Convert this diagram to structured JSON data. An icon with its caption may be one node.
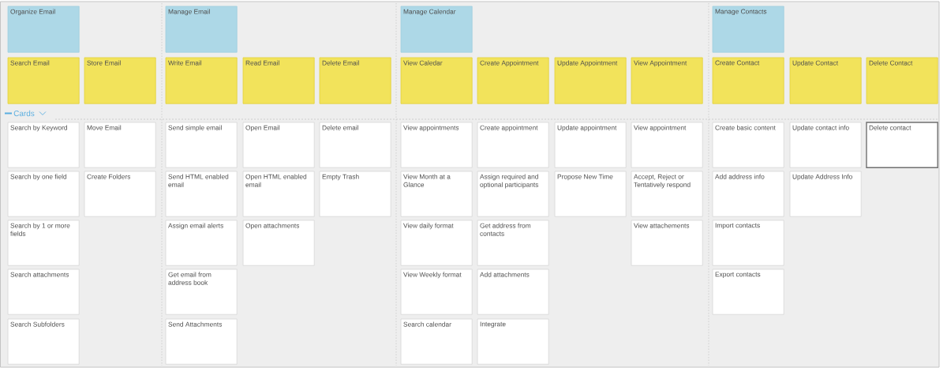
{
  "diagram": {
    "nodes": [
      {
        "text": [
          "Organize Email"
        ]
      },
      {
        "text": [
          "Manage Email"
        ]
      },
      {
        "text": [
          "Manage Calendar"
        ]
      },
      {
        "text": [
          "Manage Contacts"
        ]
      },
      {
        "text": [
          "Search Email"
        ]
      },
      {
        "text": [
          "Store Email"
        ]
      },
      {
        "text": [
          "Write Email"
        ]
      },
      {
        "text": [
          "Read Email"
        ]
      },
      {
        "text": [
          "Delete Email"
        ]
      },
      {
        "text": [
          "View Caledar"
        ]
      },
      {
        "text": [
          "Create Appointment"
        ]
      },
      {
        "text": [
          "Update Appointment"
        ]
      },
      {
        "text": [
          "View Appointment"
        ]
      },
      {
        "text": [
          "Create Contact"
        ]
      },
      {
        "text": [
          "Update Contact"
        ]
      },
      {
        "text": [
          "Delete Contact"
        ]
      },
      {
        "text": [
          "Search by Keyword"
        ]
      },
      {
        "text": [
          "Move Email"
        ]
      },
      {
        "text": [
          "Send simple email"
        ]
      },
      {
        "text": [
          "Open Email"
        ]
      },
      {
        "text": [
          "Delete email"
        ]
      },
      {
        "text": [
          "View appointments"
        ]
      },
      {
        "text": [
          "Create appointment"
        ]
      },
      {
        "text": [
          "Update appointment"
        ]
      },
      {
        "text": [
          "View appointment"
        ]
      },
      {
        "text": [
          "Create basic content"
        ]
      },
      {
        "text": [
          "Update contact info"
        ]
      },
      {
        "text": [
          "Delete contact"
        ]
      },
      {
        "text": [
          "Search by one field"
        ]
      },
      {
        "text": [
          "Create Folders"
        ]
      },
      {
        "text": [
          "Send HTML enabled email"
        ]
      },
      {
        "text": [
          "Open HTML enabled email"
        ]
      },
      {
        "text": [
          "Empty Trash"
        ]
      },
      {
        "text": [
          "View Month at a Glance"
        ]
      },
      {
        "text": [
          "Assign required and optional participants"
        ]
      },
      {
        "text": [
          "Propose New Time"
        ]
      },
      {
        "text": [
          "Accept, Reject or Tentatively respond"
        ]
      },
      {
        "text": [
          "Add address info"
        ]
      },
      {
        "text": [
          "Update Address Info"
        ]
      },
      {
        "text": [
          "Search by 1 or more fields"
        ]
      },
      {
        "text": [
          "Assign email alerts"
        ]
      },
      {
        "text": [
          "Open attachments"
        ]
      },
      {
        "text": [
          "View daily format"
        ]
      },
      {
        "text": [
          "Get address from contacts"
        ]
      },
      {
        "text": [
          "View attachements"
        ]
      },
      {
        "text": [
          "Import contacts"
        ]
      },
      {
        "text": [
          "Search attachments"
        ]
      },
      {
        "text": [
          "Get email from address book"
        ]
      },
      {
        "text": [
          "View Weekly format"
        ]
      },
      {
        "text": [
          "Add attachments"
        ]
      },
      {
        "text": [
          "Export contacts"
        ]
      },
      {
        "text": [
          "Search Subfolders"
        ]
      },
      {
        "text": [
          "Send Attachments"
        ]
      },
      {
        "text": [
          "Search calendar"
        ]
      },
      {
        "text": [
          "Integrate"
        ]
      }
    ],
    "labels": [
      "Cards"
    ]
  }
}
